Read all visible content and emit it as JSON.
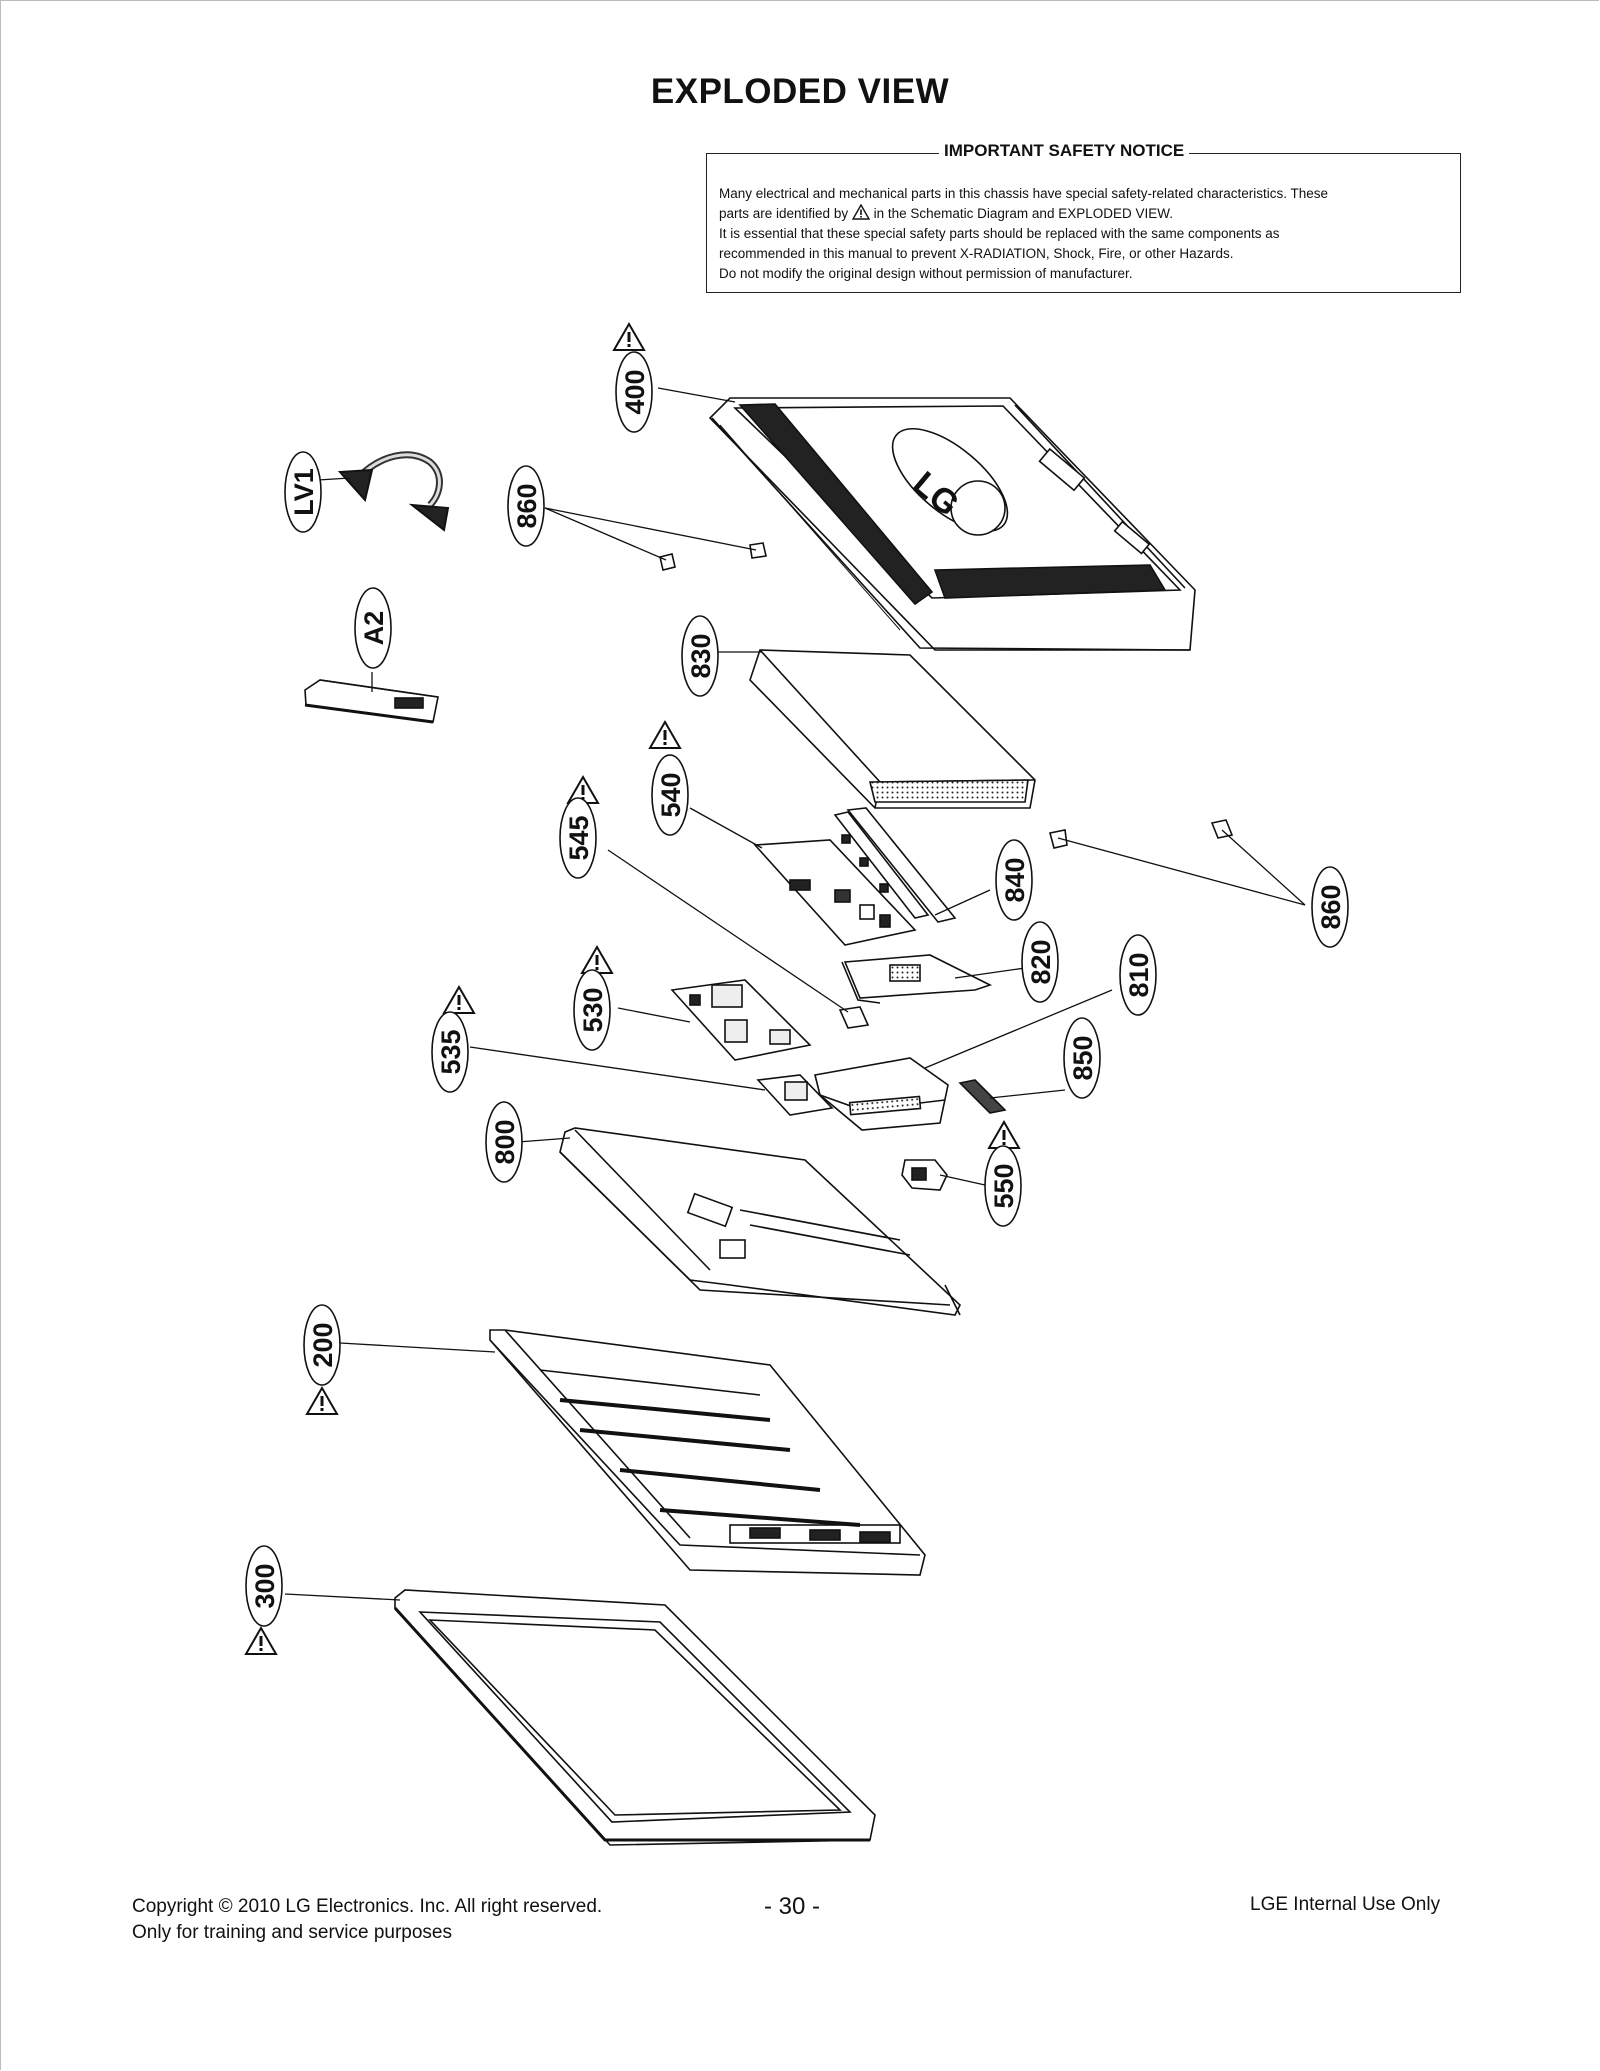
{
  "page": {
    "title": "EXPLODED VIEW",
    "page_number": "- 30 -",
    "footer_left_1": "Copyright © 2010 LG Electronics. Inc. All right reserved.",
    "footer_left_2": "Only for training and service purposes",
    "footer_right": "LGE Internal Use Only"
  },
  "notice": {
    "title": "IMPORTANT SAFETY NOTICE",
    "line_1": "Many electrical and mechanical parts in this chassis have special safety-related characteristics. These",
    "line_2a": "parts are identified by",
    "line_2b": "in the Schematic Diagram and EXPLODED VIEW.",
    "line_3": "It is essential that these special safety parts should be replaced with the same components as",
    "line_4": "recommended in this manual to prevent X-RADIATION, Shock, Fire, or other Hazards.",
    "line_5": "Do not modify the original design without permission of manufacturer."
  },
  "diagram": {
    "logo_text": "LG",
    "parts": [
      {
        "id": "400",
        "label": "400",
        "safety": true
      },
      {
        "id": "LV1",
        "label": "LV1",
        "safety": false
      },
      {
        "id": "860a",
        "label": "860",
        "safety": false
      },
      {
        "id": "A2",
        "label": "A2",
        "safety": false
      },
      {
        "id": "830",
        "label": "830",
        "safety": false
      },
      {
        "id": "540",
        "label": "540",
        "safety": true
      },
      {
        "id": "545",
        "label": "545",
        "safety": true
      },
      {
        "id": "840",
        "label": "840",
        "safety": false
      },
      {
        "id": "860b",
        "label": "860",
        "safety": false
      },
      {
        "id": "820",
        "label": "820",
        "safety": false
      },
      {
        "id": "810",
        "label": "810",
        "safety": false
      },
      {
        "id": "530",
        "label": "530",
        "safety": true
      },
      {
        "id": "535",
        "label": "535",
        "safety": true
      },
      {
        "id": "850",
        "label": "850",
        "safety": false
      },
      {
        "id": "550",
        "label": "550",
        "safety": true
      },
      {
        "id": "800",
        "label": "800",
        "safety": false
      },
      {
        "id": "200",
        "label": "200",
        "safety": true
      },
      {
        "id": "300",
        "label": "300",
        "safety": true
      }
    ]
  }
}
